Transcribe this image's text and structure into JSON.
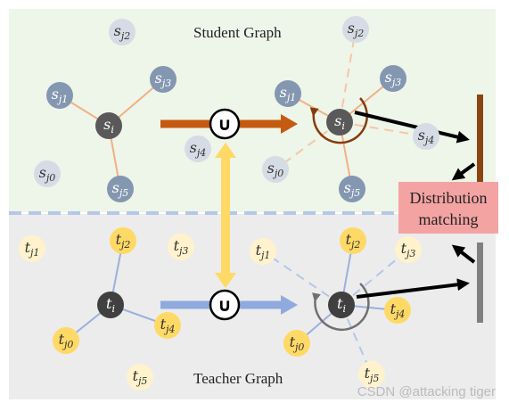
{
  "student_graph": {
    "title": "Student Graph",
    "nodes": [
      {
        "base": "s",
        "sub": "j2",
        "style": "light"
      },
      {
        "base": "s",
        "sub": "j1",
        "style": "mid"
      },
      {
        "base": "s",
        "sub": "j3",
        "style": "mid"
      },
      {
        "base": "s",
        "sub": "i",
        "style": "dark"
      },
      {
        "base": "s",
        "sub": "j4",
        "style": "light"
      },
      {
        "base": "s",
        "sub": "j0",
        "style": "light"
      },
      {
        "base": "s",
        "sub": "j5",
        "style": "mid"
      }
    ],
    "nodes_after": [
      {
        "base": "s",
        "sub": "j2",
        "style": "light"
      },
      {
        "base": "s",
        "sub": "j1",
        "style": "mid"
      },
      {
        "base": "s",
        "sub": "j3",
        "style": "mid"
      },
      {
        "base": "s",
        "sub": "i",
        "style": "dark"
      },
      {
        "base": "s",
        "sub": "j4",
        "style": "light"
      },
      {
        "base": "s",
        "sub": "j0",
        "style": "light"
      },
      {
        "base": "s",
        "sub": "j5",
        "style": "mid"
      }
    ]
  },
  "teacher_graph": {
    "title": "Teacher Graph",
    "nodes": [
      {
        "base": "t",
        "sub": "j1",
        "style": "light"
      },
      {
        "base": "t",
        "sub": "j2",
        "style": "mid"
      },
      {
        "base": "t",
        "sub": "j3",
        "style": "light"
      },
      {
        "base": "t",
        "sub": "i",
        "style": "dark"
      },
      {
        "base": "t",
        "sub": "j4",
        "style": "mid"
      },
      {
        "base": "t",
        "sub": "j0",
        "style": "mid"
      },
      {
        "base": "t",
        "sub": "j5",
        "style": "light"
      }
    ],
    "nodes_after": [
      {
        "base": "t",
        "sub": "j1",
        "style": "light"
      },
      {
        "base": "t",
        "sub": "j2",
        "style": "mid"
      },
      {
        "base": "t",
        "sub": "j3",
        "style": "light"
      },
      {
        "base": "t",
        "sub": "i",
        "style": "dark"
      },
      {
        "base": "t",
        "sub": "j4",
        "style": "mid"
      },
      {
        "base": "t",
        "sub": "j0",
        "style": "mid"
      },
      {
        "base": "t",
        "sub": "j5",
        "style": "light"
      }
    ]
  },
  "union_symbol": "∪",
  "distribution_matching": {
    "line1": "Distribution",
    "line2": "matching"
  },
  "watermark": "CSDN @attacking tiger",
  "colors": {
    "student_bg": "#eef5e9",
    "teacher_bg": "#ececec",
    "student_edge": "#f0b183",
    "teacher_edge": "#9bb0dc",
    "student_arrow": "#c55a11",
    "teacher_arrow": "#8faadc",
    "vertical_arrow": "#ffd966",
    "dm_box": "#f4a3a3",
    "student_bar": "#8b4513",
    "teacher_bar": "#808080"
  }
}
